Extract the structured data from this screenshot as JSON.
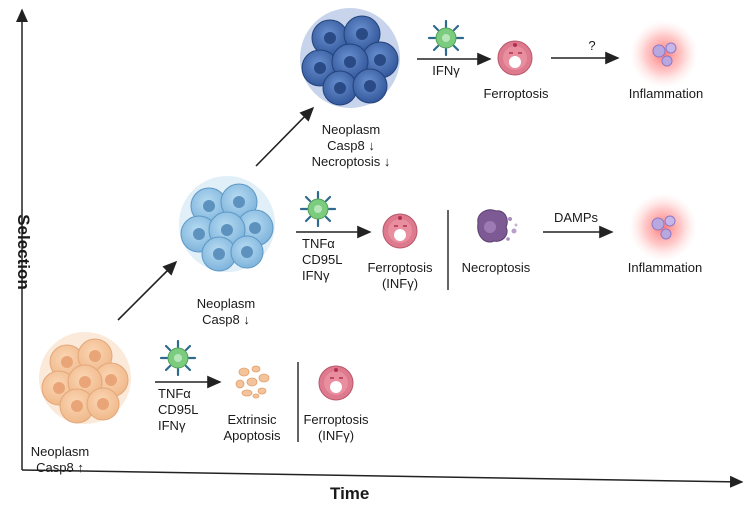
{
  "axes": {
    "y_title": "Selection",
    "x_title": "Time"
  },
  "stage1": {
    "neoplasm_lines": [
      "Neoplasm",
      "Casp8 ↑"
    ],
    "stimuli_lines": [
      "TNFα",
      "CD95L",
      "IFNγ"
    ],
    "outcome_a_lines": [
      "Extrinsic",
      "Apoptosis"
    ],
    "outcome_b_lines": [
      "Ferroptosis",
      "(INFγ)"
    ]
  },
  "stage2": {
    "neoplasm_lines": [
      "Neoplasm",
      "Casp8 ↓"
    ],
    "stimuli_lines": [
      "TNFα",
      "CD95L",
      "IFNγ"
    ],
    "outcome_a_lines": [
      "Ferroptosis",
      "(INFγ)"
    ],
    "outcome_b": "Necroptosis",
    "signal": "DAMPs",
    "result": "Inflammation"
  },
  "stage3": {
    "neoplasm_lines": [
      "Neoplasm",
      "Casp8 ↓",
      "Necroptosis ↓"
    ],
    "stimulus": "IFNγ",
    "outcome": "Ferroptosis",
    "signal": "?",
    "result": "Inflammation"
  },
  "colors": {
    "tumor_orange": "#f6c9a0",
    "tumor_light_blue": "#9cc9e6",
    "tumor_dark_blue": "#4a74bb",
    "immune_cell": "#6fbf73",
    "receptor": "#2f6a8f",
    "ferroptosis_cell": "#d9697e",
    "necroptosis_cell": "#7d5a94",
    "inflammation_glow": "#ff8a8a",
    "arrow": "#222222"
  },
  "icons": [
    "tumor-cluster",
    "immune-cell",
    "ferroptotic-cell",
    "apoptotic-fragments",
    "necroptotic-cell",
    "inflammation-cells"
  ]
}
